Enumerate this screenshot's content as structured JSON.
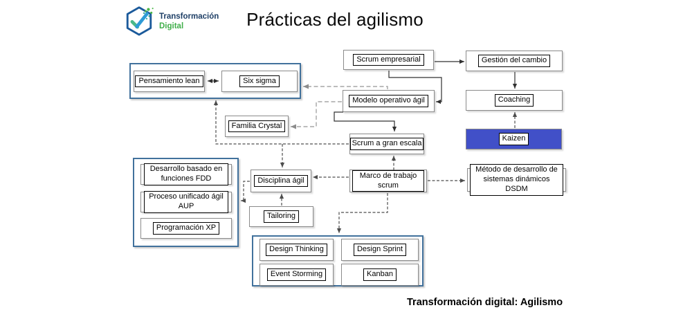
{
  "header": {
    "title": "Prácticas del agilismo",
    "logo": {
      "line1": "Transformación",
      "line2": "Digital"
    }
  },
  "nodes": {
    "scrum_empresarial": "Scrum empresarial",
    "gestion_cambio": "Gestión del cambio",
    "coaching": "Coaching",
    "kaizen": "Kaizen",
    "pensamiento_lean": "Pensamiento lean",
    "six_sigma": "Six sigma",
    "modelo_operativo": "Modelo operativo ágil",
    "familia_crystal": "Familia Crystal",
    "scrum_gran_escala": "Scrum a gran escala",
    "marco_trabajo": "Marco de trabajo scrum",
    "disciplina_agil": "Disciplina ágil",
    "tailoring": "Tailoring",
    "dsdm": "Método de desarrollo de sistemas dinámicos DSDM",
    "fdd": "Desarrollo basado en funciones FDD",
    "aup": "Proceso unificado ágil AUP",
    "xp": "Programación XP",
    "design_thinking": "Design Thinking",
    "design_sprint": "Design Sprint",
    "event_storming": "Event Storming",
    "kanban": "Kanban"
  },
  "footer": {
    "caption": "Transformación digital: Agilismo"
  },
  "colors": {
    "kaizen_fill": "#4150c8",
    "container_border": "#41719c",
    "logo_navy": "#1e3f66",
    "logo_green": "#3fae49"
  }
}
